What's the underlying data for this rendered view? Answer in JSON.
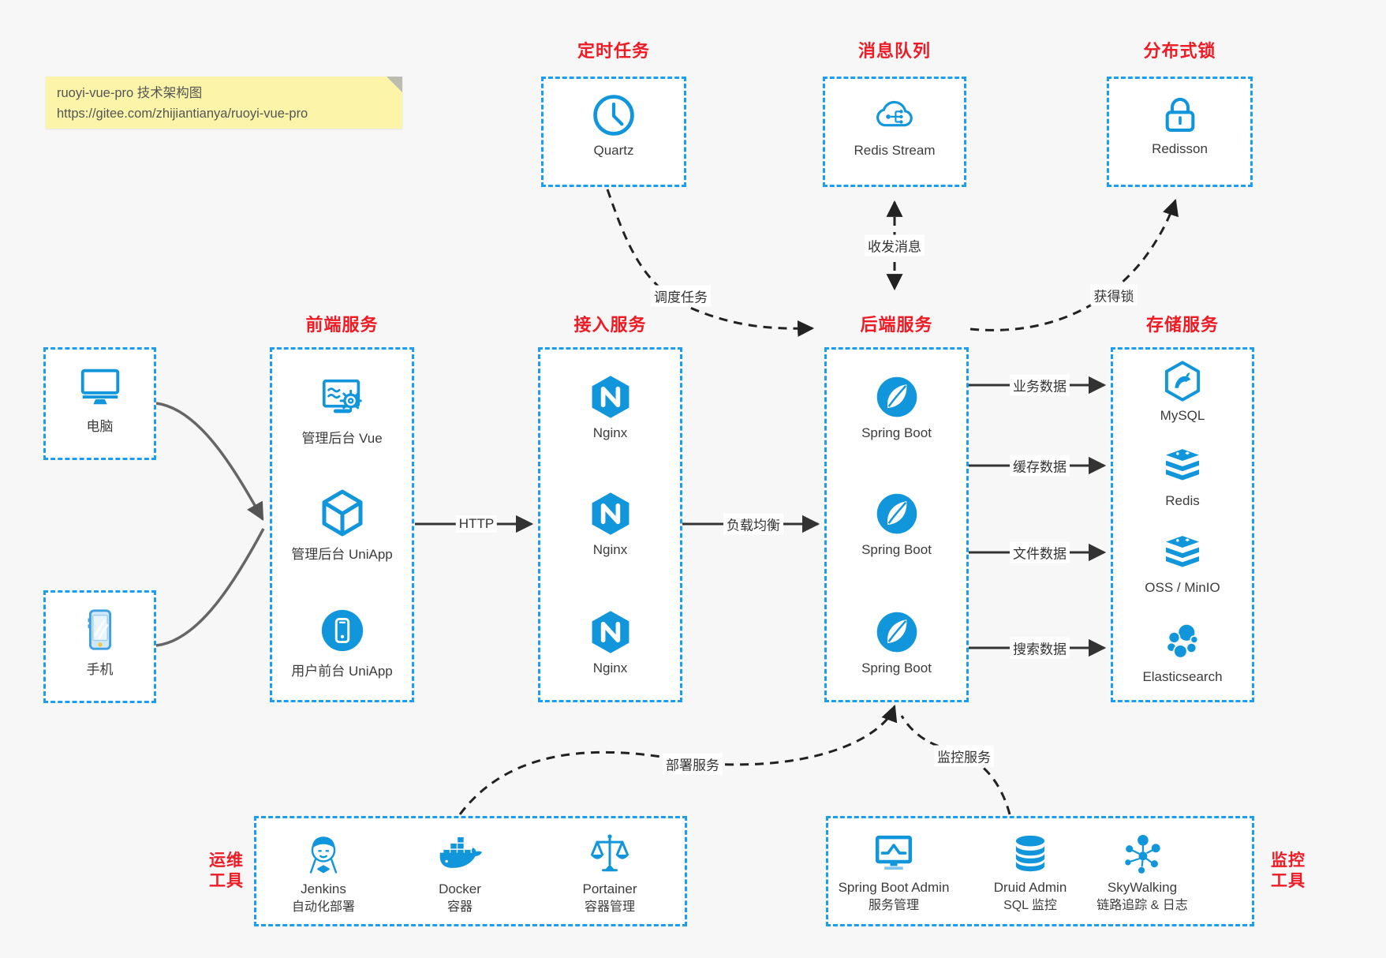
{
  "note": {
    "line1": "ruoyi-vue-pro 技术架构图",
    "line2": "https://gitee.com/zhijiantianya/ruoyi-vue-pro"
  },
  "colors": {
    "accent_blue": "#1296db",
    "dashed_border_blue": "#1b9df3",
    "title_red": "#ee1b24",
    "note_yellow": "#fbf4a9",
    "solid_arrow": "#333333",
    "dashed_arrow": "#222222",
    "client_arrow": "#666666"
  },
  "top_groups": [
    {
      "title": "定时任务",
      "label": "Quartz",
      "icon": "clock-icon"
    },
    {
      "title": "消息队列",
      "label": "Redis Stream",
      "icon": "cloud-stream-icon"
    },
    {
      "title": "分布式锁",
      "label": "Redisson",
      "icon": "lock-icon"
    }
  ],
  "clients": [
    {
      "label": "电脑",
      "icon": "desktop-icon"
    },
    {
      "label": "手机",
      "icon": "phone-icon"
    }
  ],
  "columns": [
    {
      "title": "前端服务",
      "items": [
        {
          "label": "管理后台 Vue",
          "icon": "admin-vue-icon"
        },
        {
          "label": "管理后台 UniApp",
          "icon": "uniapp-cube-icon"
        },
        {
          "label": "用户前台 UniApp",
          "icon": "uniapp-phone-icon"
        }
      ]
    },
    {
      "title": "接入服务",
      "items": [
        {
          "label": "Nginx",
          "icon": "nginx-icon"
        },
        {
          "label": "Nginx",
          "icon": "nginx-icon"
        },
        {
          "label": "Nginx",
          "icon": "nginx-icon"
        }
      ]
    },
    {
      "title": "后端服务",
      "items": [
        {
          "label": "Spring Boot",
          "icon": "spring-boot-icon"
        },
        {
          "label": "Spring Boot",
          "icon": "spring-boot-icon"
        },
        {
          "label": "Spring Boot",
          "icon": "spring-boot-icon"
        }
      ]
    },
    {
      "title": "存储服务",
      "items": [
        {
          "label": "MySQL",
          "icon": "mysql-icon"
        },
        {
          "label": "Redis",
          "icon": "redis-icon"
        },
        {
          "label": "OSS / MinIO",
          "icon": "oss-minio-icon"
        },
        {
          "label": "Elasticsearch",
          "icon": "elasticsearch-icon"
        }
      ]
    }
  ],
  "bottom_groups": [
    {
      "title_line1": "运维",
      "title_line2": "工具",
      "items": [
        {
          "name": "Jenkins",
          "desc": "自动化部署",
          "icon": "jenkins-icon"
        },
        {
          "name": "Docker",
          "desc": "容器",
          "icon": "docker-icon"
        },
        {
          "name": "Portainer",
          "desc": "容器管理",
          "icon": "portainer-icon"
        }
      ]
    },
    {
      "title_line1": "监控",
      "title_line2": "工具",
      "items": [
        {
          "name": "Spring Boot Admin",
          "desc": "服务管理",
          "icon": "spring-boot-admin-icon"
        },
        {
          "name": "Druid Admin",
          "desc": "SQL 监控",
          "icon": "druid-icon"
        },
        {
          "name": "SkyWalking",
          "desc": "链路追踪 & 日志",
          "icon": "skywalking-icon"
        }
      ]
    }
  ],
  "edges": {
    "http": "HTTP",
    "load_balance": "负载均衡",
    "business_data": "业务数据",
    "cache_data": "缓存数据",
    "file_data": "文件数据",
    "search_data": "搜索数据",
    "schedule_task": "调度任务",
    "send_receive_message": "收发消息",
    "acquire_lock": "获得锁",
    "deploy_service": "部署服务",
    "monitor_service": "监控服务"
  }
}
